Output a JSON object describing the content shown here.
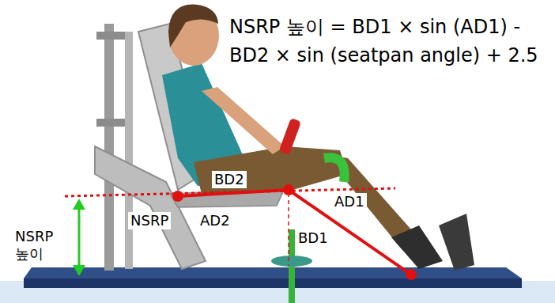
{
  "diagram": {
    "labels": [
      "NSRP 높이 = BD1 × sin (AD1) - BD2 × sin (seatpan angle) + 2.5",
      "BD2",
      "NSRP",
      "AD2",
      "AD1",
      "BD1",
      "NSRP 높이"
    ]
  }
}
